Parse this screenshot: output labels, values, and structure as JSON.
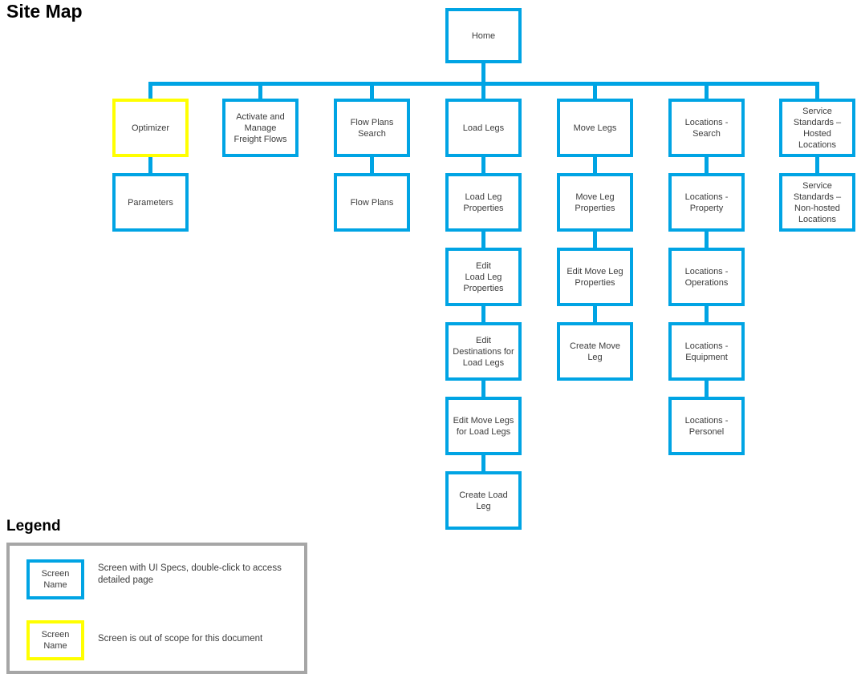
{
  "title": "Site Map",
  "colors": {
    "screen_box_border": "#00A4E4",
    "out_of_scope_box_border": "#FFFF00",
    "connector_line": "#00A4E4",
    "legend_panel_border": "#A6A6A6",
    "text": "#3c3c3c"
  },
  "diagram": {
    "nodes": [
      {
        "id": "home",
        "label": "Home",
        "col": 3,
        "row": 0
      },
      {
        "id": "optimizer",
        "label": "Optimizer",
        "col": 0,
        "row": 1,
        "out_of_scope": true
      },
      {
        "id": "parameters",
        "label": "Parameters",
        "col": 0,
        "row": 2
      },
      {
        "id": "activate-and-manage-freight-flows",
        "label": "Activate and\nManage\nFreight Flows",
        "col": 1,
        "row": 1
      },
      {
        "id": "flow-plans-search",
        "label": "Flow Plans\nSearch",
        "col": 2,
        "row": 1
      },
      {
        "id": "flow-plans",
        "label": "Flow Plans",
        "col": 2,
        "row": 2
      },
      {
        "id": "load-legs",
        "label": "Load Legs",
        "col": 3,
        "row": 1
      },
      {
        "id": "load-leg-properties",
        "label": "Load Leg\nProperties",
        "col": 3,
        "row": 2
      },
      {
        "id": "edit-load-leg-properties",
        "label": "Edit\nLoad Leg\nProperties",
        "col": 3,
        "row": 3
      },
      {
        "id": "edit-destinations-for-load-legs",
        "label": "Edit\nDestinations for\nLoad Legs",
        "col": 3,
        "row": 4
      },
      {
        "id": "edit-move-legs-for-load-legs",
        "label": "Edit Move Legs\nfor Load Legs",
        "col": 3,
        "row": 5
      },
      {
        "id": "create-load-leg",
        "label": "Create Load\nLeg",
        "col": 3,
        "row": 6
      },
      {
        "id": "move-legs",
        "label": "Move Legs",
        "col": 4,
        "row": 1
      },
      {
        "id": "move-leg-properties",
        "label": "Move Leg\nProperties",
        "col": 4,
        "row": 2
      },
      {
        "id": "edit-move-leg-properties",
        "label": "Edit Move Leg\nProperties",
        "col": 4,
        "row": 3
      },
      {
        "id": "create-move-leg",
        "label": "Create Move\nLeg",
        "col": 4,
        "row": 4
      },
      {
        "id": "locations-search",
        "label": "Locations -\nSearch",
        "col": 5,
        "row": 1
      },
      {
        "id": "locations-property",
        "label": "Locations -\nProperty",
        "col": 5,
        "row": 2
      },
      {
        "id": "locations-operations",
        "label": "Locations -\nOperations",
        "col": 5,
        "row": 3
      },
      {
        "id": "locations-equipment",
        "label": "Locations -\nEquipment",
        "col": 5,
        "row": 4
      },
      {
        "id": "locations-personel",
        "label": "Locations -\nPersonel",
        "col": 5,
        "row": 5
      },
      {
        "id": "service-standards-hosted-locations",
        "label": "Service\nStandards –\nHosted\nLocations",
        "col": 6,
        "row": 1
      },
      {
        "id": "service-standards-non-hosted-locations",
        "label": "Service\nStandards –\nNon-hosted\nLocations",
        "col": 6,
        "row": 2
      }
    ]
  },
  "legend": {
    "heading": "Legend",
    "items": [
      {
        "box_label": "Screen\nName",
        "style": "in_scope",
        "description": "Screen with UI Specs, double-click to access\ndetailed page"
      },
      {
        "box_label": "Screen\nName",
        "style": "out_of_scope",
        "description": "Screen is out of scope for this document"
      }
    ]
  }
}
